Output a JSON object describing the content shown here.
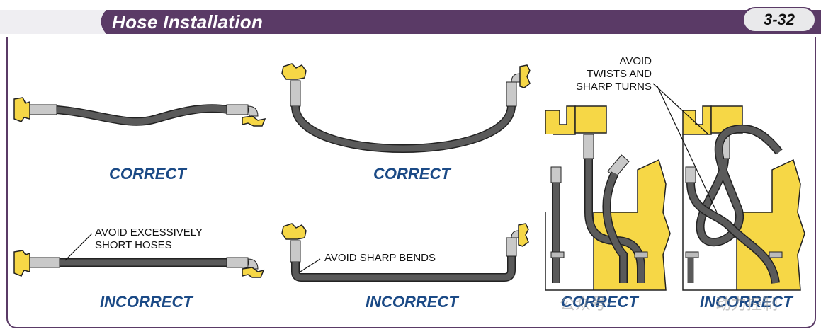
{
  "header": {
    "title": "Hose Installation",
    "page_number": "3-32"
  },
  "panels": {
    "straight_correct_label": "CORRECT",
    "straight_incorrect_label": "INCORRECT",
    "bend_correct_label": "CORRECT",
    "bend_incorrect_label": "INCORRECT",
    "engine_correct_label": "CORRECT",
    "engine_incorrect_label": "INCORRECT"
  },
  "notes": {
    "short_hoses_line1": "AVOID EXCESSIVELY",
    "short_hoses_line2": "SHORT HOSES",
    "sharp_bends": "AVOID SHARP BENDS",
    "twists_line1": "AVOID",
    "twists_line2": "TWISTS AND",
    "twists_line3": "SHARP TURNS"
  },
  "watermark": {
    "left": "公众号·",
    "right": "动力控制"
  },
  "colors": {
    "header_purple": "#5a3a66",
    "label_blue": "#1b4a86",
    "component_yellow": "#f6d746",
    "hose_gray": "#555555"
  }
}
